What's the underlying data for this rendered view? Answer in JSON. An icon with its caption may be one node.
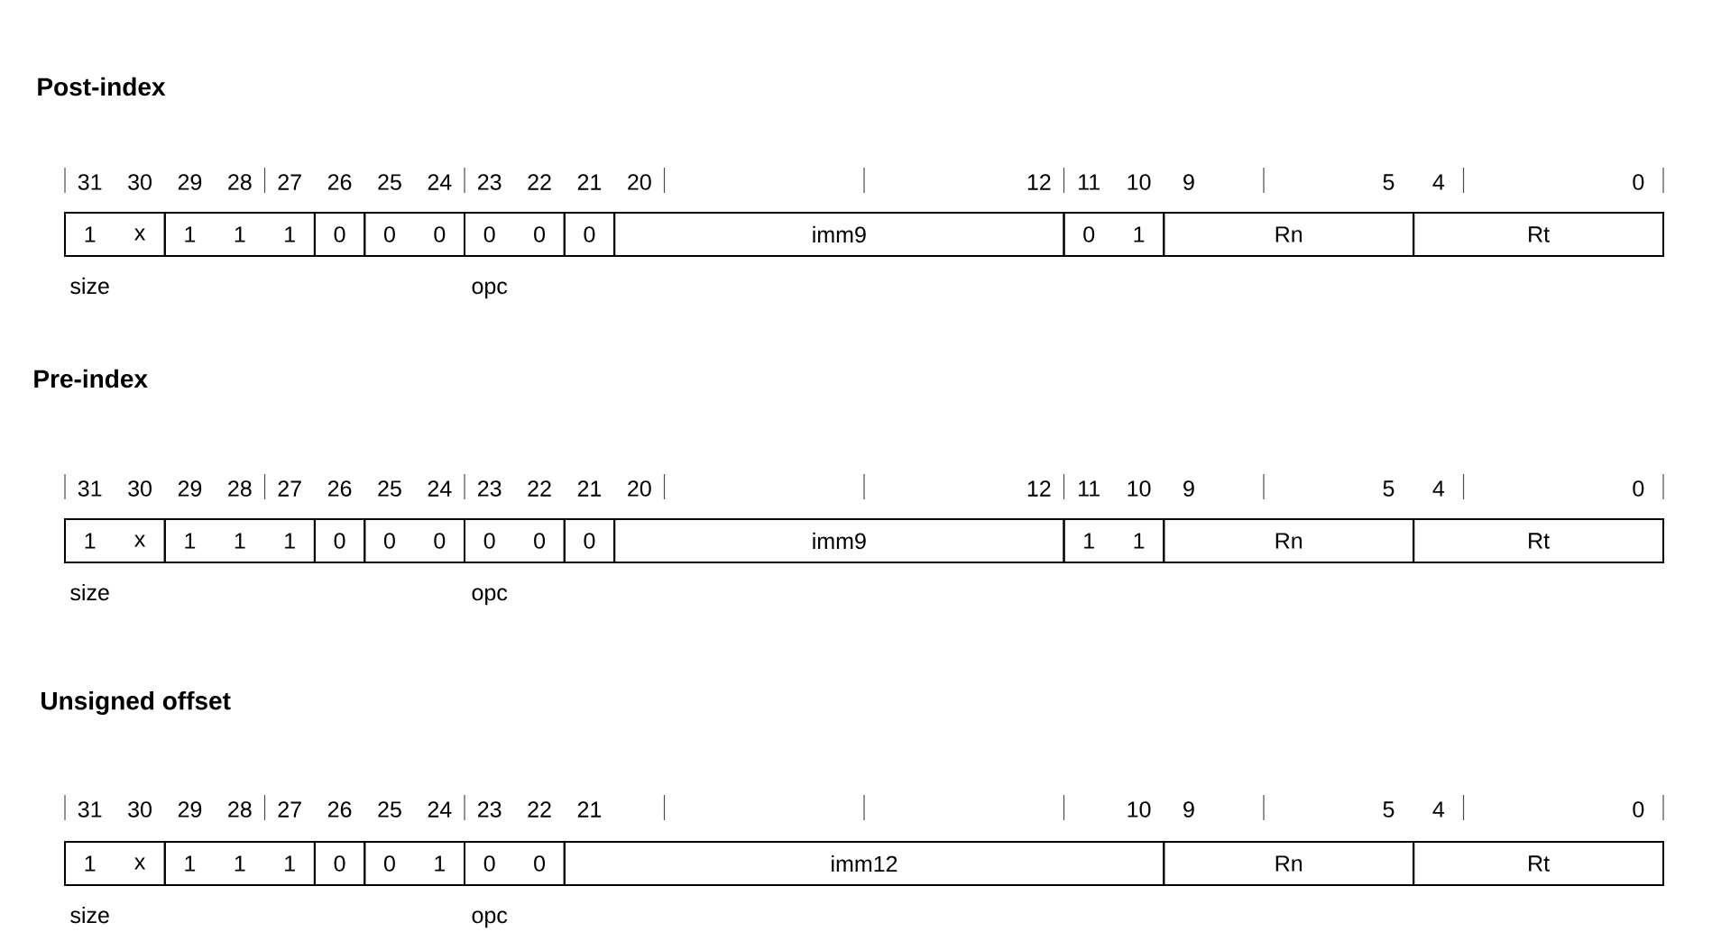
{
  "diagram": {
    "nodes": [
      {
        "text": [
          "1",
          "x"
        ]
      },
      {
        "text": [
          "1",
          "1",
          "1"
        ]
      },
      {
        "text": [
          "0"
        ]
      },
      {
        "text": [
          "0",
          "0"
        ]
      },
      {
        "text": [
          "0",
          "0"
        ]
      },
      {
        "text": [
          "0"
        ]
      },
      {
        "text": [
          "imm9"
        ]
      },
      {
        "text": [
          "0",
          "1"
        ]
      },
      {
        "text": [
          "Rn"
        ]
      },
      {
        "text": [
          "Rt"
        ]
      },
      {
        "text": [
          "1",
          "x"
        ]
      },
      {
        "text": [
          "1",
          "1",
          "1"
        ]
      },
      {
        "text": [
          "0"
        ]
      },
      {
        "text": [
          "0",
          "0"
        ]
      },
      {
        "text": [
          "0",
          "0"
        ]
      },
      {
        "text": [
          "0"
        ]
      },
      {
        "text": [
          "imm9"
        ]
      },
      {
        "text": [
          "1",
          "1"
        ]
      },
      {
        "text": [
          "Rn"
        ]
      },
      {
        "text": [
          "Rt"
        ]
      },
      {
        "text": [
          "1",
          "x"
        ]
      },
      {
        "text": [
          "1",
          "1",
          "1"
        ]
      },
      {
        "text": [
          "0"
        ]
      },
      {
        "text": [
          "0",
          "1"
        ]
      },
      {
        "text": [
          "0",
          "0"
        ]
      },
      {
        "text": [
          "imm12"
        ]
      },
      {
        "text": [
          "Rn"
        ]
      },
      {
        "text": [
          "Rt"
        ]
      }
    ],
    "labels": [
      "Post-index",
      "31",
      "30",
      "29",
      "28",
      "27",
      "26",
      "25",
      "24",
      "23",
      "22",
      "21",
      "20",
      "12",
      "11",
      "10",
      "9",
      "5",
      "4",
      "0",
      "size",
      "opc",
      "Pre-index",
      "31",
      "30",
      "29",
      "28",
      "27",
      "26",
      "25",
      "24",
      "23",
      "22",
      "21",
      "20",
      "12",
      "11",
      "10",
      "9",
      "5",
      "4",
      "0",
      "size",
      "opc",
      "Unsigned offset",
      "31",
      "30",
      "29",
      "28",
      "27",
      "26",
      "25",
      "24",
      "23",
      "22",
      "21",
      "10",
      "9",
      "5",
      "4",
      "0",
      "size",
      "opc"
    ]
  }
}
